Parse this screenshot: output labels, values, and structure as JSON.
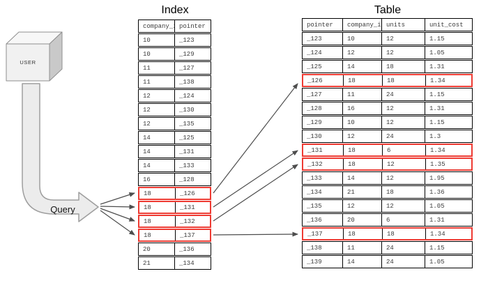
{
  "diagram": {
    "user_label": "USER",
    "query_label": "Query",
    "highlight_color": "#ee3b33",
    "index": {
      "title": "Index",
      "columns": [
        "company_id",
        "pointer"
      ],
      "rows": [
        {
          "cells": [
            "10",
            "_123"
          ],
          "highlight": false
        },
        {
          "cells": [
            "10",
            "_129"
          ],
          "highlight": false
        },
        {
          "cells": [
            "11",
            "_127"
          ],
          "highlight": false
        },
        {
          "cells": [
            "11",
            "_138"
          ],
          "highlight": false
        },
        {
          "cells": [
            "12",
            "_124"
          ],
          "highlight": false
        },
        {
          "cells": [
            "12",
            "_130"
          ],
          "highlight": false
        },
        {
          "cells": [
            "12",
            "_135"
          ],
          "highlight": false
        },
        {
          "cells": [
            "14",
            "_125"
          ],
          "highlight": false
        },
        {
          "cells": [
            "14",
            "_131"
          ],
          "highlight": false
        },
        {
          "cells": [
            "14",
            "_133"
          ],
          "highlight": false
        },
        {
          "cells": [
            "16",
            "_128"
          ],
          "highlight": false
        },
        {
          "cells": [
            "18",
            "_126"
          ],
          "highlight": true
        },
        {
          "cells": [
            "18",
            "_131"
          ],
          "highlight": true
        },
        {
          "cells": [
            "18",
            "_132"
          ],
          "highlight": true
        },
        {
          "cells": [
            "18",
            "_137"
          ],
          "highlight": true
        },
        {
          "cells": [
            "20",
            "_136"
          ],
          "highlight": false
        },
        {
          "cells": [
            "21",
            "_134"
          ],
          "highlight": false
        }
      ]
    },
    "table": {
      "title": "Table",
      "columns": [
        "pointer",
        "company_id",
        "units",
        "unit_cost"
      ],
      "rows": [
        {
          "cells": [
            "_123",
            "10",
            "12",
            "1.15"
          ],
          "highlight": false
        },
        {
          "cells": [
            "_124",
            "12",
            "12",
            "1.05"
          ],
          "highlight": false
        },
        {
          "cells": [
            "_125",
            "14",
            "18",
            "1.31"
          ],
          "highlight": false
        },
        {
          "cells": [
            "_126",
            "18",
            "18",
            "1.34"
          ],
          "highlight": true
        },
        {
          "cells": [
            "_127",
            "11",
            "24",
            "1.15"
          ],
          "highlight": false
        },
        {
          "cells": [
            "_128",
            "16",
            "12",
            "1.31"
          ],
          "highlight": false
        },
        {
          "cells": [
            "_129",
            "10",
            "12",
            "1.15"
          ],
          "highlight": false
        },
        {
          "cells": [
            "_130",
            "12",
            "24",
            "1.3"
          ],
          "highlight": false
        },
        {
          "cells": [
            "_131",
            "18",
            "6",
            "1.34"
          ],
          "highlight": true
        },
        {
          "cells": [
            "_132",
            "18",
            "12",
            "1.35"
          ],
          "highlight": true
        },
        {
          "cells": [
            "_133",
            "14",
            "12",
            "1.95"
          ],
          "highlight": false
        },
        {
          "cells": [
            "_134",
            "21",
            "18",
            "1.36"
          ],
          "highlight": false
        },
        {
          "cells": [
            "_135",
            "12",
            "12",
            "1.05"
          ],
          "highlight": false
        },
        {
          "cells": [
            "_136",
            "20",
            "6",
            "1.31"
          ],
          "highlight": false
        },
        {
          "cells": [
            "_137",
            "18",
            "18",
            "1.34"
          ],
          "highlight": true
        },
        {
          "cells": [
            "_138",
            "11",
            "24",
            "1.15"
          ],
          "highlight": false
        },
        {
          "cells": [
            "_139",
            "14",
            "24",
            "1.05"
          ],
          "highlight": false
        }
      ]
    },
    "query_links": [
      "_126",
      "_131",
      "_132",
      "_137"
    ]
  }
}
